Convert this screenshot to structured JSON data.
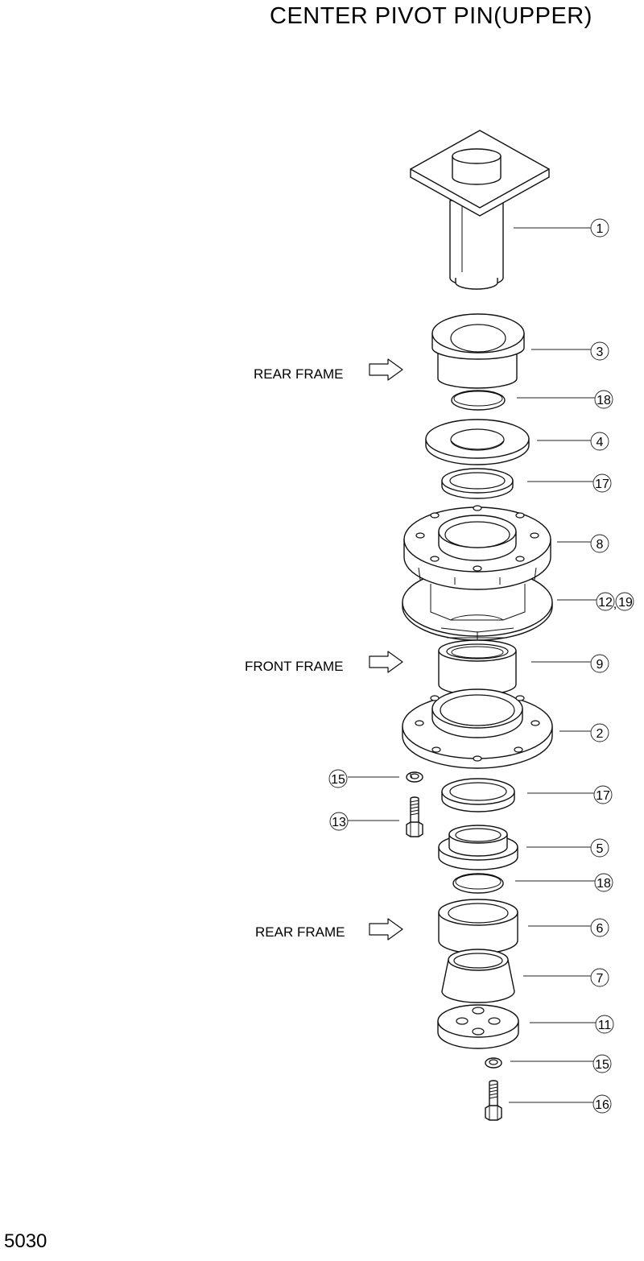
{
  "title": "CENTER PIVOT PIN(UPPER)",
  "page_number": "5030",
  "frame_labels": {
    "rear_top": "REAR FRAME",
    "front": "FRONT FRAME",
    "rear_bottom": "REAR FRAME"
  },
  "callouts": {
    "c1": "1",
    "c3": "3",
    "c18a": "18",
    "c4": "4",
    "c17a": "17",
    "c8": "8",
    "c12": "12",
    "c19": "19",
    "c12sep": ",",
    "c9": "9",
    "c2": "2",
    "c15a": "15",
    "c17b": "17",
    "c13": "13",
    "c5": "5",
    "c18b": "18",
    "c6": "6",
    "c7": "7",
    "c11": "11",
    "c15b": "15",
    "c16": "16"
  }
}
